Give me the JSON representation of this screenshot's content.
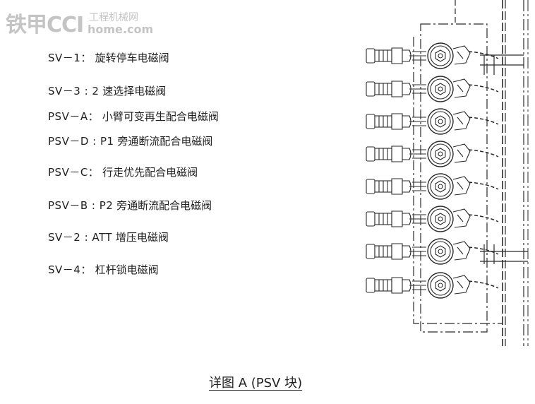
{
  "watermark": {
    "main": "铁甲CCI",
    "sub": "工程机械网",
    "url": "home.com"
  },
  "valves": [
    {
      "code": "SV－1：",
      "desc": "旋转停车电磁阀"
    },
    {
      "code": "SV－3 : 2",
      "desc": "速选择电磁阀"
    },
    {
      "code": "PSV－A：",
      "desc": "小臂可变再生配合电磁阀"
    },
    {
      "code": "PSV－D : P1",
      "desc": "旁通断流配合电磁阀"
    },
    {
      "code": "PSV－C：",
      "desc": "行走优先配合电磁阀"
    },
    {
      "code": "PSV－B : P2",
      "desc": "旁通断流配合电磁阀"
    },
    {
      "code": "SV－2 : ATT",
      "desc": "增压电磁阀"
    },
    {
      "code": "SV－4：",
      "desc": "杠杆锁电磁阀"
    }
  ],
  "caption": "详图 A (PSV 块)",
  "colors": {
    "line": "#2a2a2a",
    "watermark": "#c4c4c4"
  }
}
